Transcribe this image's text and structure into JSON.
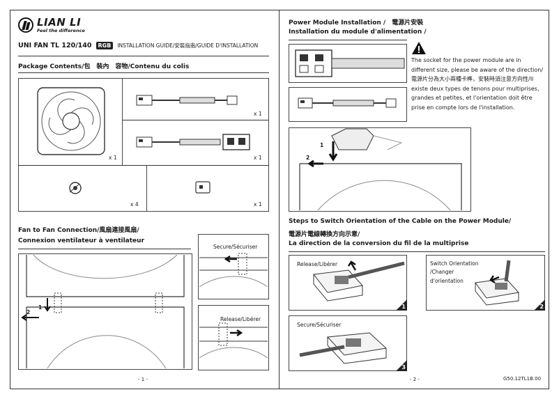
{
  "brand": {
    "name": "LIAN LI",
    "tagline": "Feel the difference"
  },
  "header": {
    "model": "UNI FAN TL 120/140",
    "badge": "RGB",
    "guide": "INSTALLATION GUIDE/安裝指南/GUIDE D'INSTALLATION"
  },
  "package": {
    "title": "Package Contents/包　裝內　容物/Contenu du colis",
    "items": [
      {
        "qty": "x 1"
      },
      {
        "qty": "x 1"
      },
      {
        "qty": "x 1"
      },
      {
        "qty": "x 4"
      },
      {
        "qty": "x 1"
      }
    ]
  },
  "fan_connection": {
    "title_1": "Fan to Fan Connection/風扇連接風扇/",
    "title_2": "Connexion ventilateur à ventilateur",
    "secure_label": "Secure/Sécuriser",
    "release_label": "Release/Libérer",
    "step_1": "1",
    "step_2": "2"
  },
  "power_module": {
    "title_1": "Power Module Installation /　電源片安裝",
    "title_2": "Installation du module d'alimentation /",
    "warning": "The socket for the power module are in different size, please be aware of the direction/電源片分為大小兩種卡榫，安裝時須注意方向性/Il existe deux types de tenons pour multiprises, grandes et petites, et l'orientation doit être prise en compte lors de l'installation.",
    "step_1": "1",
    "step_2": "2"
  },
  "switch_orientation": {
    "title_1": "Steps to Switch Orientation of the Cable on the Power Module/",
    "title_2": "電源片電線轉換方向示意/",
    "title_3": "La direction de la conversion du fil de la multiprise",
    "release_label": "Release/Libérer",
    "switch_label_1": "Switch Orientation",
    "switch_label_2": "/Changer",
    "switch_label_3": "d'orientation",
    "secure_label": "Secure/Sécuriser",
    "step_1": "1",
    "step_2": "2",
    "step_3": "3"
  },
  "footer": {
    "page_left": "- 1 -",
    "page_right": "- 2 -",
    "doc_code": "G50.12TL1B.00"
  }
}
